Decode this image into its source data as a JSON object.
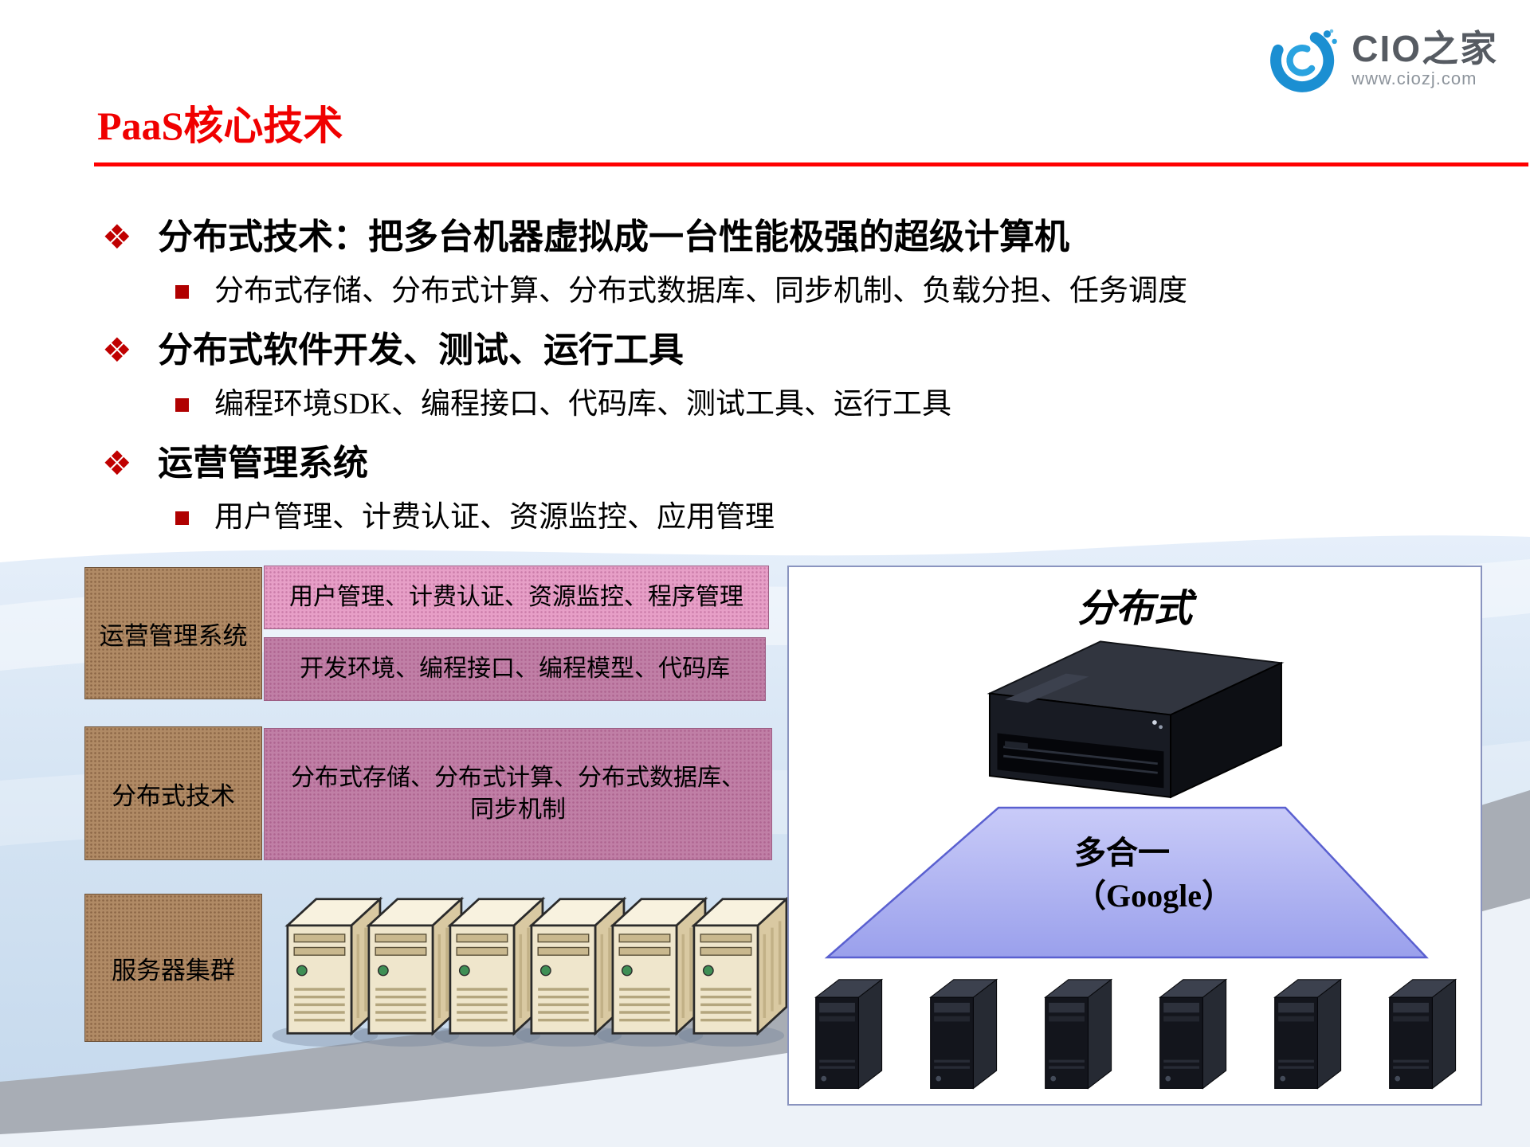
{
  "colors": {
    "title_red": "#f00000",
    "bullet_red": "#b00000",
    "label_brown": "#b08a65",
    "pink_light": "#e79fc7",
    "pink_dark": "#c07fa6",
    "panel_border": "#8a94bf",
    "funnel_fill": "#aeb2f0"
  },
  "logo": {
    "title": "CIO之家",
    "url": "www.ciozj.com"
  },
  "header": {
    "title": "PaaS核心技术"
  },
  "bullets": [
    {
      "label": "分布式技术：把多台机器虚拟成一台性能极强的超级计算机",
      "sub": "分布式存储、分布式计算、分布式数据库、同步机制、负载分担、任务调度"
    },
    {
      "label": "分布式软件开发、测试、运行工具",
      "sub": "编程环境SDK、编程接口、代码库、测试工具、运行工具"
    },
    {
      "label": "运营管理系统",
      "sub": "用户管理、计费认证、资源监控、应用管理"
    }
  ],
  "diagram_left": {
    "rows": [
      {
        "label": "运营管理系统",
        "boxes": [
          "用户管理、计费认证、资源监控、程序管理",
          "开发环境、编程接口、编程模型、代码库"
        ]
      },
      {
        "label": "分布式技术",
        "boxes": [
          "分布式存储、分布式计算、分布式数据库、同步机制"
        ]
      },
      {
        "label": "服务器集群",
        "boxes": []
      }
    ]
  },
  "diagram_right": {
    "title": "分布式",
    "funnel_line1": "多合一",
    "funnel_line2": "（Google）"
  }
}
